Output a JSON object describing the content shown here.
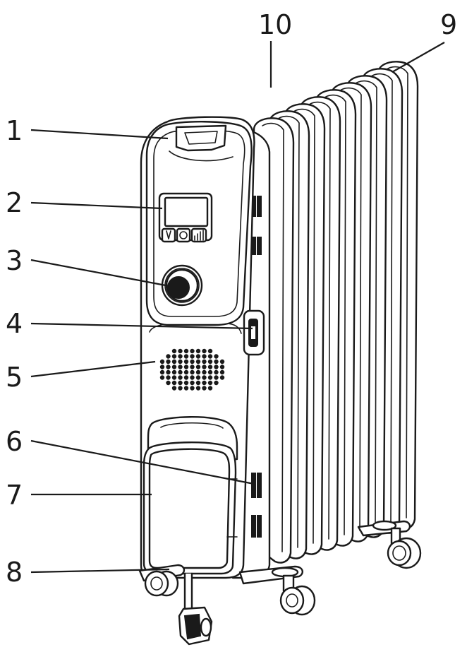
{
  "callouts": [
    {
      "id": "1",
      "label": "1"
    },
    {
      "id": "2",
      "label": "2"
    },
    {
      "id": "3",
      "label": "3"
    },
    {
      "id": "4",
      "label": "4"
    },
    {
      "id": "5",
      "label": "5"
    },
    {
      "id": "6",
      "label": "6"
    },
    {
      "id": "7",
      "label": "7"
    },
    {
      "id": "8",
      "label": "8"
    },
    {
      "id": "9",
      "label": "9"
    },
    {
      "id": "10",
      "label": "10"
    }
  ],
  "fin_count": 9,
  "line_color": "#1a1a1a",
  "background_color": "#ffffff"
}
